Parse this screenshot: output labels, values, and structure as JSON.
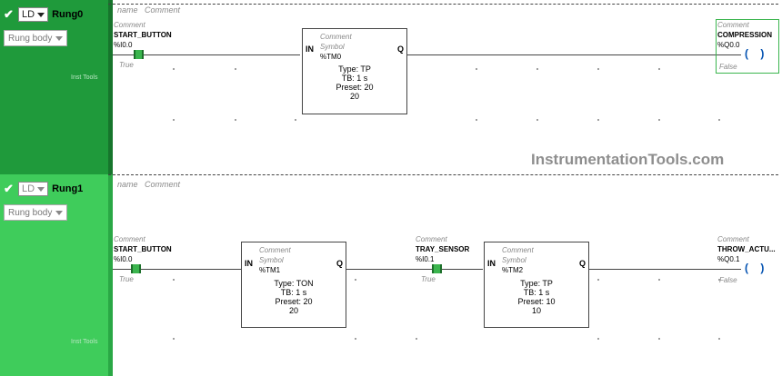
{
  "rungs": [
    {
      "checked": true,
      "lang": "LD",
      "name": "Rung0",
      "body_selector": "Rung body",
      "sidebar_text": "Inst Tools",
      "header_name": "name",
      "header_comment": "Comment",
      "contacts": [
        {
          "comment": "Comment",
          "symbol": "START_BUTTON",
          "address": "%I0.0",
          "state": "True"
        }
      ],
      "blocks": [
        {
          "in": "IN",
          "q": "Q",
          "comment": "Comment",
          "symbol": "Symbol",
          "id": "%TM0",
          "type": "Type: TP",
          "tb": "TB: 1 s",
          "preset": "Preset: 20",
          "value": "20"
        }
      ],
      "coil": {
        "comment": "Comment",
        "symbol": "COMPRESSION",
        "address": "%Q0.0",
        "state": "False",
        "glyph": "( )"
      }
    },
    {
      "checked": true,
      "lang": "LD",
      "name": "Rung1",
      "body_selector": "Rung body",
      "sidebar_text": "Inst Tools",
      "header_name": "name",
      "header_comment": "Comment",
      "contacts": [
        {
          "comment": "Comment",
          "symbol": "START_BUTTON",
          "address": "%I0.0",
          "state": "True"
        },
        {
          "comment": "Comment",
          "symbol": "TRAY_SENSOR",
          "address": "%I0.1",
          "state": "True"
        }
      ],
      "blocks": [
        {
          "in": "IN",
          "q": "Q",
          "comment": "Comment",
          "symbol": "Symbol",
          "id": "%TM1",
          "type": "Type: TON",
          "tb": "TB: 1 s",
          "preset": "Preset: 20",
          "value": "20"
        },
        {
          "in": "IN",
          "q": "Q",
          "comment": "Comment",
          "symbol": "Symbol",
          "id": "%TM2",
          "type": "Type: TP",
          "tb": "TB: 1 s",
          "preset": "Preset: 10",
          "value": "10"
        }
      ],
      "coil": {
        "comment": "Comment",
        "symbol": "THROW_ACTU...",
        "address": "%Q0.1",
        "state": "False",
        "glyph": "( )"
      }
    }
  ],
  "watermark": "InstrumentationTools.com",
  "colors": {
    "rung_active": "#1f9a3b",
    "rung_inactive": "#3fcc5b",
    "contact": "#3bb54e",
    "coil": "#0050b0"
  }
}
